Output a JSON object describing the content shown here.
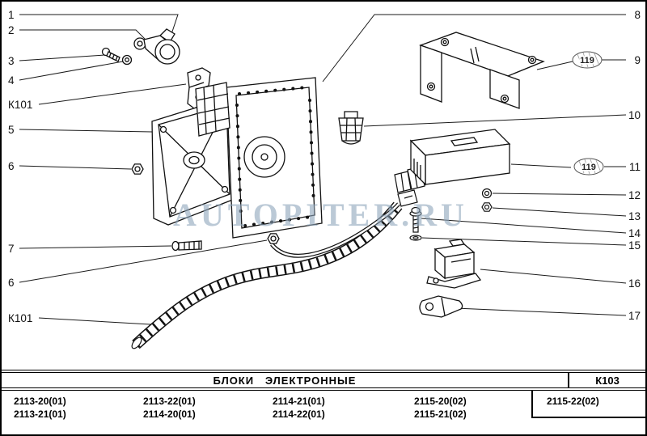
{
  "watermark": "AUTOPITER.RU",
  "callouts": {
    "left": [
      "1",
      "2",
      "3",
      "4",
      "К101",
      "5",
      "6",
      "7",
      "6",
      "К101"
    ],
    "right": [
      "8",
      "9",
      "10",
      "11",
      "12",
      "13",
      "14",
      "15",
      "16",
      "17"
    ],
    "oval_top": "119",
    "oval_bottom": "119"
  },
  "table": {
    "title": "БЛОКИ   ЭЛЕКТРОННЫЕ",
    "code": "К103",
    "columns": [
      [
        "2113-20(01)",
        "2113-21(01)"
      ],
      [
        "2113-22(01)",
        "2114-20(01)"
      ],
      [
        "2114-21(01)",
        "2114-22(01)"
      ],
      [
        "2115-20(02)",
        "2115-21(02)"
      ],
      [
        "2115-22(02)",
        ""
      ]
    ]
  }
}
